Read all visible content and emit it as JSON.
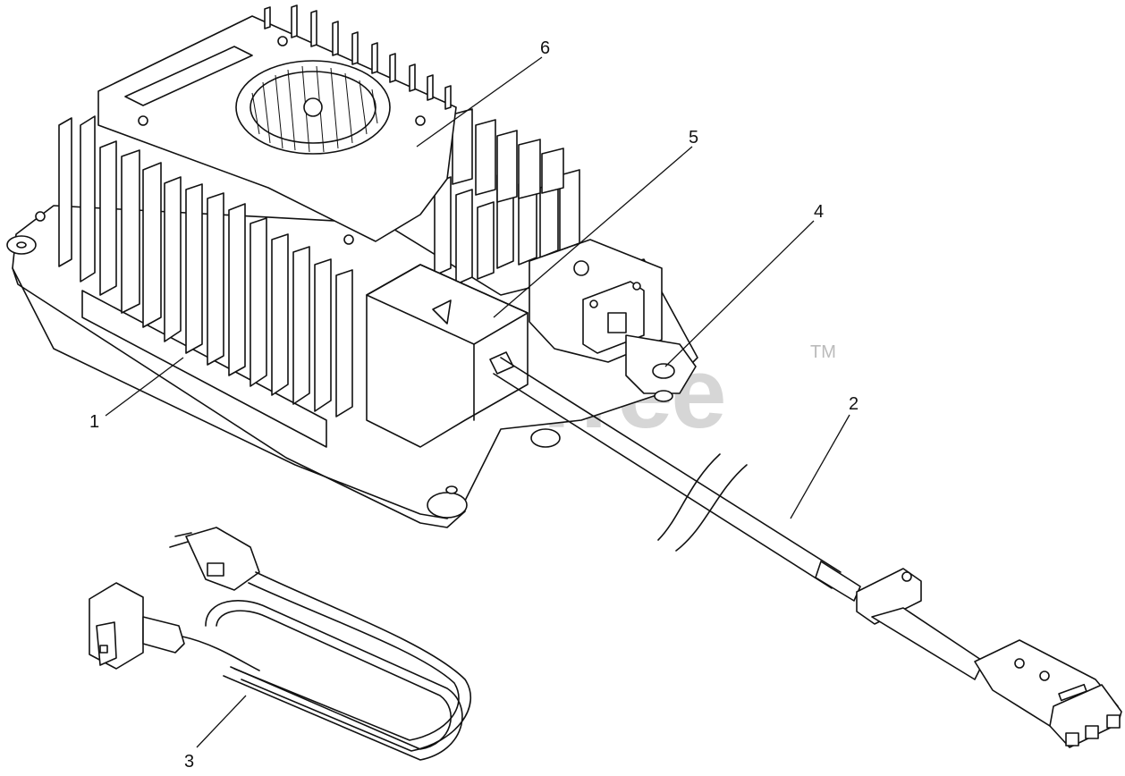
{
  "watermark": {
    "text": "PartsTree",
    "trademark": "TM"
  },
  "callouts": [
    {
      "id": "1",
      "label": "1",
      "part": "charger"
    },
    {
      "id": "2",
      "label": "2",
      "part": "dc-output-cable"
    },
    {
      "id": "3",
      "label": "3",
      "part": "ac-power-cord"
    },
    {
      "id": "4",
      "label": "4",
      "part": "mounting-grommet"
    },
    {
      "id": "5",
      "label": "5",
      "part": "cable-cover"
    },
    {
      "id": "6",
      "label": "6",
      "part": "fan-cover"
    }
  ]
}
